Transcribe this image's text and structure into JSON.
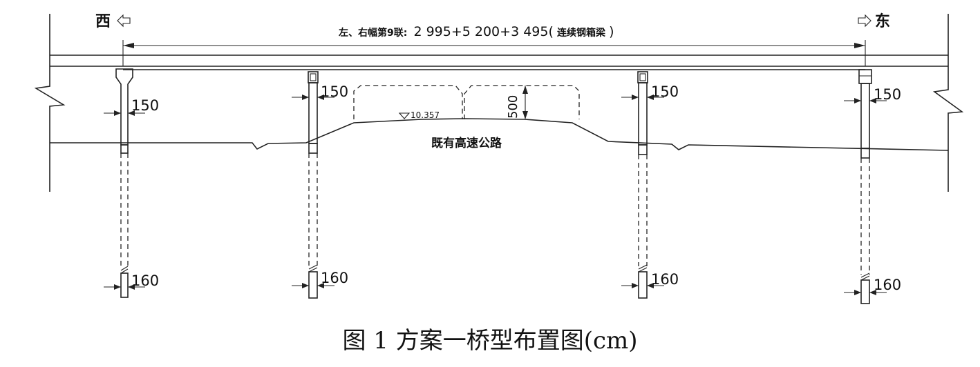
{
  "direction": {
    "west": "西",
    "east": "东"
  },
  "span_label": {
    "prefix": "左、右幅第9联:",
    "dims": "2 995+5 200+3 495(",
    "type": "连续钢箱梁",
    "suffix": ")"
  },
  "pier_top_dims": [
    "150",
    "150",
    "150",
    "150"
  ],
  "pier_bottom_dims": [
    "160",
    "160",
    "160",
    "160"
  ],
  "clearance": "500",
  "elevation": "10.357",
  "road_label": "既有高速公路",
  "caption": "图 1  方案一桥型布置图(cm)"
}
